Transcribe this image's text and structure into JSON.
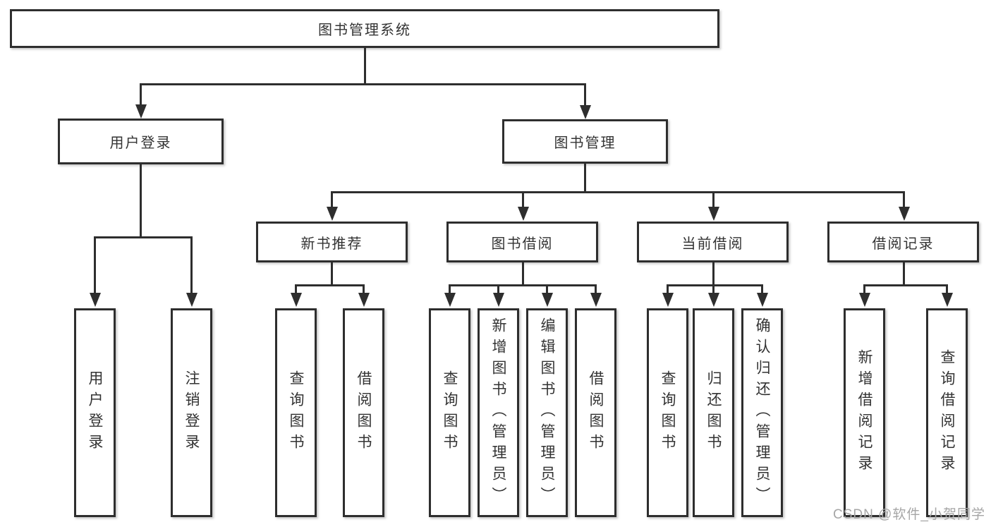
{
  "diagram": {
    "root": "图书管理系统",
    "level2": {
      "user_login": "用户登录",
      "book_management": "图书管理"
    },
    "user_login_children": [
      "用户登录",
      "注销登录"
    ],
    "level3": [
      "新书推荐",
      "图书借阅",
      "当前借阅",
      "借阅记录"
    ],
    "new_book_children": [
      "查询图书",
      "借阅图书"
    ],
    "borrow_children": [
      "查询图书",
      "新增图书（管理员）",
      "编辑图书（管理员）",
      "借阅图书"
    ],
    "current_children": [
      "查询图书",
      "归还图书",
      "确认归还（管理员）"
    ],
    "records_children": [
      "新增借阅记录",
      "查询借阅记录"
    ]
  },
  "watermark": {
    "text": "CSDN @软件_小贺同学"
  }
}
